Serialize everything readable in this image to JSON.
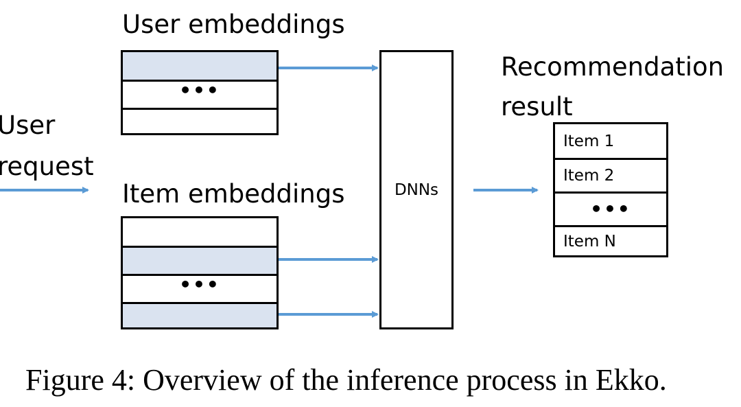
{
  "input": {
    "label_line1": "User",
    "label_line2": "request"
  },
  "user_embeddings": {
    "title": "User embeddings",
    "rows": [
      {
        "text": "",
        "highlighted": true
      },
      {
        "text": "•••",
        "highlighted": false
      },
      {
        "text": "",
        "highlighted": false
      }
    ]
  },
  "item_embeddings": {
    "title": "Item embeddings",
    "rows": [
      {
        "text": "",
        "highlighted": false
      },
      {
        "text": "",
        "highlighted": true
      },
      {
        "text": "•••",
        "highlighted": false
      },
      {
        "text": "",
        "highlighted": true
      }
    ]
  },
  "model": {
    "label": "DNNs"
  },
  "result": {
    "title_line1": "Recommendation",
    "title_line2": "result",
    "items": [
      "Item 1",
      "Item 2",
      "•••",
      "Item N"
    ]
  },
  "caption": "Figure 4: Overview of the inference process in Ekko.",
  "colors": {
    "arrow": "#5b9bd5",
    "highlight": "#dae3f0",
    "border": "#000000"
  }
}
